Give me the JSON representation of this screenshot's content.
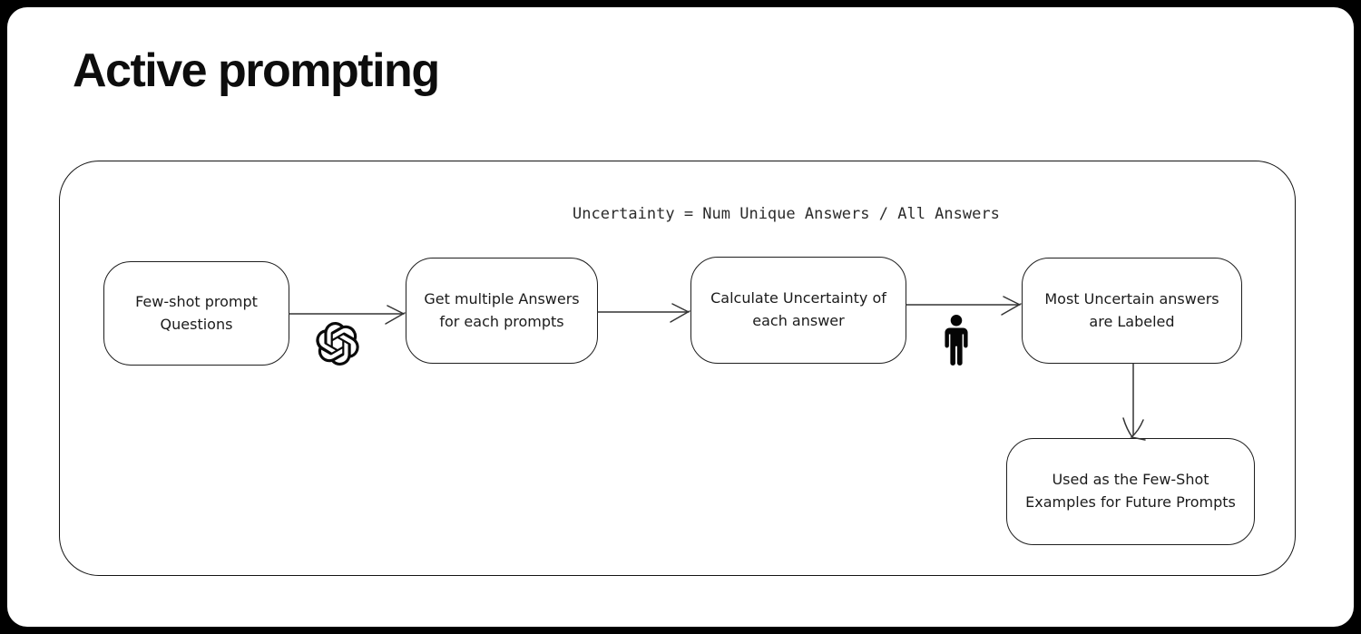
{
  "page": {
    "title": "Active prompting",
    "background_color": "#000000",
    "surface_color": "#ffffff"
  },
  "diagram": {
    "formula": "Uncertainty = Num Unique Answers / All Answers",
    "stroke_color": "#1e1e1e",
    "text_color": "#1b1b1b",
    "nodes": [
      {
        "label": "Few-shot prompt\nQuestions"
      },
      {
        "label": "Get multiple Answers\nfor each prompts"
      },
      {
        "label": "Calculate Uncertainty of\neach answer"
      },
      {
        "label": "Most Uncertain answers\nare Labeled"
      },
      {
        "label": "Used as the Few-Shot\nExamples for Future Prompts"
      }
    ],
    "icons": [
      {
        "name": "openai-logo-icon"
      },
      {
        "name": "person-icon"
      }
    ]
  }
}
